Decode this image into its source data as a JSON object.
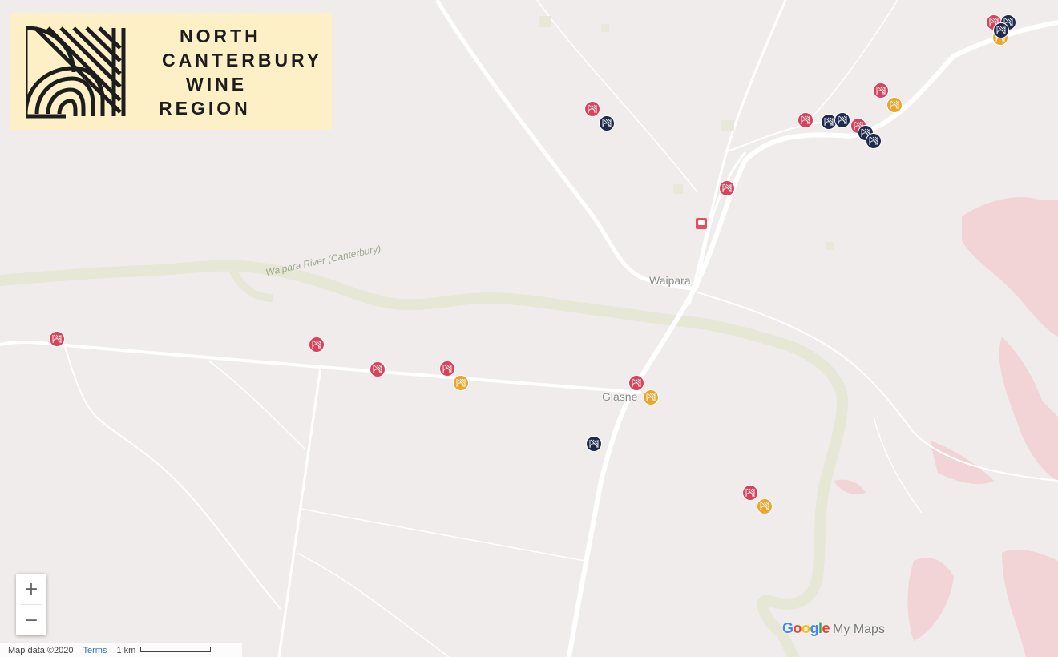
{
  "logo": {
    "lines": [
      "NORTH",
      "CANTERBURY",
      "WINE",
      "REGION"
    ]
  },
  "map": {
    "place_labels": {
      "waipara": "Waipara",
      "glasnevin": "Glasne"
    },
    "river_label": "Waipara River (Canterbury)",
    "colors": {
      "land": "#f1ecec",
      "road": "#ffffff",
      "river": "#e7e8d7",
      "terrain": "#f2d3d6",
      "marker_red": "#d6435a",
      "marker_navy": "#1f2b4d",
      "marker_gold": "#e8a62c"
    }
  },
  "markers": [
    {
      "type": "red"
    },
    {
      "type": "navy"
    },
    {
      "type": "gold"
    },
    {
      "type": "red"
    },
    {
      "type": "navy"
    },
    {
      "type": "red"
    },
    {
      "type": "gold"
    },
    {
      "type": "red"
    },
    {
      "type": "navy"
    },
    {
      "type": "navy"
    },
    {
      "type": "red"
    },
    {
      "type": "navy"
    },
    {
      "type": "navy"
    },
    {
      "type": "red"
    },
    {
      "type": "red"
    },
    {
      "type": "red"
    },
    {
      "type": "red"
    },
    {
      "type": "red"
    },
    {
      "type": "gold"
    },
    {
      "type": "red"
    },
    {
      "type": "gold"
    },
    {
      "type": "navy"
    },
    {
      "type": "red"
    },
    {
      "type": "gold"
    }
  ],
  "controls": {
    "zoom_in": "+",
    "zoom_out": "−"
  },
  "attribution": {
    "map_data": "Map data ©2020",
    "terms": "Terms",
    "scale": "1 km"
  },
  "branding": {
    "google": "Google",
    "my_maps": "My Maps"
  }
}
